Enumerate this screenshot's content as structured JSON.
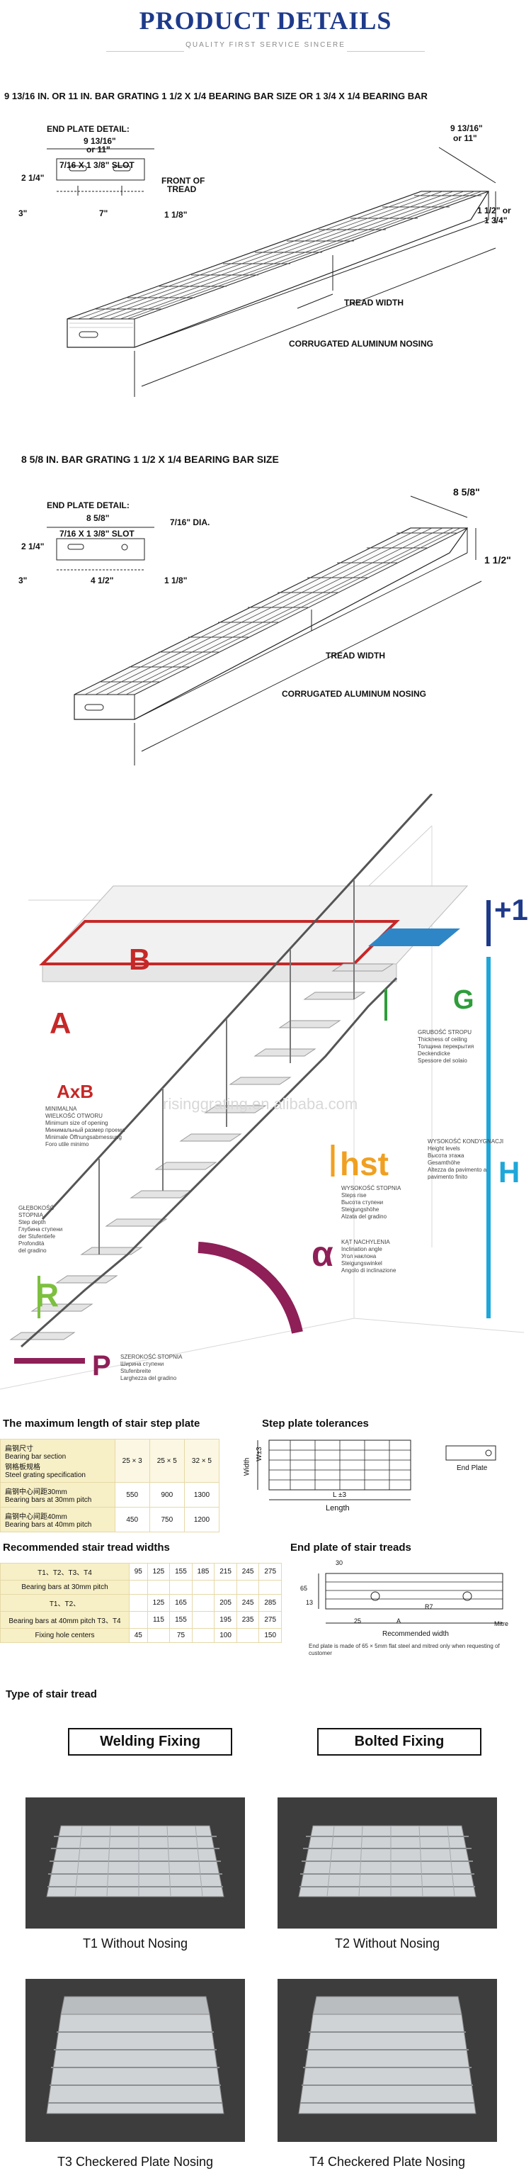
{
  "header": {
    "title": "PRODUCT DETAILS",
    "subtitle": "QUALITY FIRST SERVICE SINCERE"
  },
  "section1": {
    "title": "9 13/16 IN. OR 11 IN. BAR GRATING 1 1/2 X 1/4 BEARING BAR SIZE OR 1 3/4 X 1/4 BEARING BAR",
    "end_plate_detail": "END PLATE DETAIL:",
    "width_a": "9 13/16\"",
    "width_b": "or 11\"",
    "slot": "7/16 X 1 3/8\" SLOT",
    "dim_2_14": "2 1/4\"",
    "dim_3": "3\"",
    "dim_7": "7\"",
    "front_of_tread": "FRONT OF",
    "front_of_tread2": "TREAD",
    "dim_1_18": "1 1/8\"",
    "right_w1": "9 13/16\"",
    "right_w2": "or 11\"",
    "right_h1": "1 1/2\" or",
    "right_h2": "1 3/4\"",
    "tread_width": "TREAD WIDTH",
    "nosing": "CORRUGATED ALUMINUM NOSING"
  },
  "section2": {
    "title": "8 5/8 IN. BAR GRATING 1 1/2 X 1/4 BEARING BAR SIZE",
    "end_plate_detail": "END PLATE DETAIL:",
    "width": "8 5/8\"",
    "slot": "7/16 X 1 3/8\" SLOT",
    "dia": "7/16\" DIA.",
    "dim_2_14": "2 1/4\"",
    "dim_3": "3\"",
    "dim_4_12": "4 1/2\"",
    "dim_1_18": "1 1/8\"",
    "right_w": "8 5/8\"",
    "right_h": "1 1/2\"",
    "tread_width": "TREAD WIDTH",
    "nosing": "CORRUGATED ALUMINUM NOSING"
  },
  "stairs": {
    "watermark": "risinggrating.en.alibaba.com",
    "A": "A",
    "B": "B",
    "G": "G",
    "H": "H",
    "plus1": "+1",
    "AxB": "AxB",
    "hst": "hst",
    "alpha": "α",
    "R": "R",
    "P": "P",
    "axb_lines": [
      "MINIMALNA",
      "WIELKOŚĆ OTWORU",
      "Minimum size of opening",
      "Минимальный размер проема",
      "Minimale Öffnungsabmessung",
      "Foro utile minimo"
    ],
    "g_lines": [
      "GRUBOŚĆ STROPU",
      "Thickness of ceiling",
      "Толщина перекрытия",
      "Deckendicke",
      "Spessore del solaio"
    ],
    "h_lines": [
      "WYSOKOŚĆ KONDYGNACJI",
      "Height levels",
      "Высота этажа",
      "Gesamthöhe",
      "Altezza da pavimento a",
      "pavimento finito"
    ],
    "hst_lines": [
      "WYSOKOŚĆ STOPNIA",
      "Steps rise",
      "Высота ступени",
      "Steigungshöhe",
      "Alzata del gradino"
    ],
    "alpha_lines": [
      "KĄT NACHYLENIA",
      "Inclination angle",
      "Угол наклона",
      "Steigungswinkel",
      "Angolo di inclinazione"
    ],
    "r_lines": [
      "GŁĘBOKOŚĆ",
      "STOPNIA",
      "Step depth",
      "Глубина ступени",
      "der Stufentiefe",
      "Profondità",
      "del gradino"
    ],
    "p_lines": [
      "SZEROKOŚĆ STOPNIA",
      "Ширина ступени",
      "Stufenbreite",
      "Larghezza del gradino"
    ]
  },
  "max_length": {
    "title": "The maximum length of stair step plate",
    "h_section_cn": "扁钢尺寸",
    "h_section_en": "Bearing bar section",
    "h_spec_cn": "钢格板规格",
    "h_spec_en": "Steel grating specification",
    "cols": [
      "25 × 3",
      "25 × 5",
      "32 × 5"
    ],
    "rows": [
      {
        "cn": "扁钢中心间距30mm",
        "en": "Bearing bars at 30mm pitch",
        "vals": [
          "550",
          "900",
          "1300"
        ]
      },
      {
        "cn": "扁钢中心间距40mm",
        "en": "Bearing bars at 40mm pitch",
        "vals": [
          "450",
          "750",
          "1200"
        ]
      }
    ]
  },
  "tolerances": {
    "title": "Step plate tolerances",
    "w_label": "W±3",
    "width_label": "Width",
    "l_label": "L ±3",
    "length_label": "Length",
    "end_plate": "End Plate"
  },
  "recommended": {
    "title": "Recommended stair tread widths",
    "rows": [
      {
        "label": "T1、T2、T3、T4",
        "vals": [
          "95",
          "125",
          "155",
          "185",
          "215",
          "245",
          "275"
        ]
      },
      {
        "label": "Bearing bars at 30mm pitch",
        "vals": []
      },
      {
        "label": "T1、T2、",
        "vals": [
          "",
          "125",
          "165",
          "",
          "205",
          "245",
          "285"
        ]
      },
      {
        "label": "Bearing bars at 40mm pitch T3、T4",
        "vals": [
          "",
          "115",
          "155",
          "",
          "195",
          "235",
          "275"
        ]
      },
      {
        "label": "Fixing hole centers",
        "vals": [
          "45",
          "",
          "75",
          "",
          "100",
          "",
          "150"
        ]
      }
    ]
  },
  "end_plate": {
    "title": "End plate of stair treads",
    "d30": "30",
    "d65": "65",
    "d13": "13",
    "d25": "25",
    "dA": "A",
    "dR7": "R7",
    "mitre": "Mitre",
    "recommended_width": "Recommended width",
    "note": "End plate is made of 65 × 5mm flat steel and mitred only when requesting of customer"
  },
  "types": {
    "title": "Type of stair tread",
    "welding": "Welding  Fixing",
    "bolted": "Bolted   Fixing",
    "t1": "T1 Without Nosing",
    "t2": "T2 Without Nosing",
    "t3": "T3 Checkered Plate Nosing",
    "t4": "T4 Checkered Plate Nosing"
  },
  "colors": {
    "red": "#c62828",
    "green": "#2e9d3a",
    "orange": "#f0a020",
    "cyan": "#1ea7d8",
    "purple": "#8e1f57",
    "lightgreen": "#7dbf3f",
    "blue": "#2f86c6",
    "navy": "#1e3a8a"
  }
}
